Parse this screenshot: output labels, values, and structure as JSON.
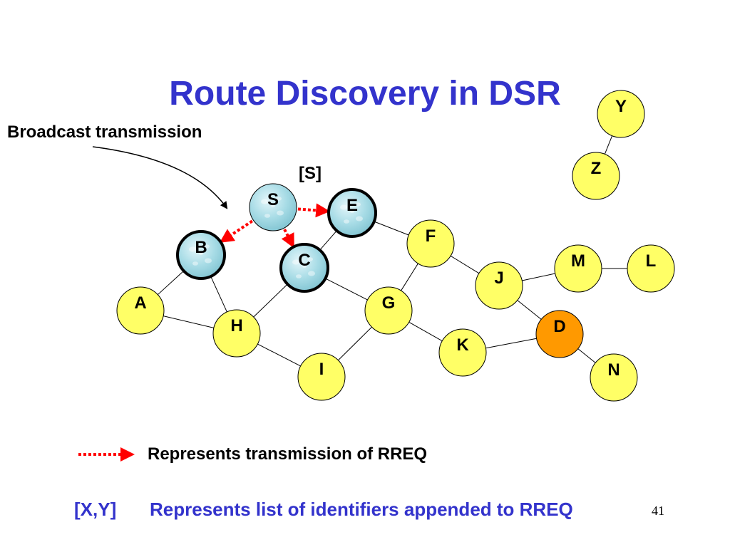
{
  "slide": {
    "title": "Route Discovery in DSR",
    "page_number": "41"
  },
  "annotations": {
    "broadcast_label": "Broadcast transmission",
    "path_label": "[S]"
  },
  "legend": {
    "rreq_text": "Represents transmission of RREQ",
    "list_key": "[X,Y]",
    "list_text": "Represents list of identifiers appended to RREQ"
  },
  "colors": {
    "title": "#3333cc",
    "node_fill": "#ffff66",
    "destination_fill": "#ff9900",
    "water_node_fill": "#a8dce6",
    "rreq_arrow": "#ff0000"
  },
  "diagram": {
    "nodes": [
      {
        "id": "S",
        "label": "S",
        "style": "water"
      },
      {
        "id": "E",
        "label": "E",
        "style": "water-bold"
      },
      {
        "id": "B",
        "label": "B",
        "style": "water-bold"
      },
      {
        "id": "C",
        "label": "C",
        "style": "water-bold"
      },
      {
        "id": "A",
        "label": "A",
        "style": "plain"
      },
      {
        "id": "H",
        "label": "H",
        "style": "plain"
      },
      {
        "id": "I",
        "label": "I",
        "style": "plain"
      },
      {
        "id": "G",
        "label": "G",
        "style": "plain"
      },
      {
        "id": "F",
        "label": "F",
        "style": "plain"
      },
      {
        "id": "J",
        "label": "J",
        "style": "plain"
      },
      {
        "id": "K",
        "label": "K",
        "style": "plain"
      },
      {
        "id": "M",
        "label": "M",
        "style": "plain"
      },
      {
        "id": "L",
        "label": "L",
        "style": "plain"
      },
      {
        "id": "D",
        "label": "D",
        "style": "destination"
      },
      {
        "id": "N",
        "label": "N",
        "style": "plain"
      },
      {
        "id": "Y",
        "label": "Y",
        "style": "plain"
      },
      {
        "id": "Z",
        "label": "Z",
        "style": "plain"
      }
    ],
    "links": [
      [
        "Y",
        "Z"
      ],
      [
        "E",
        "F"
      ],
      [
        "E",
        "C"
      ],
      [
        "B",
        "A"
      ],
      [
        "B",
        "H"
      ],
      [
        "A",
        "H"
      ],
      [
        "C",
        "H"
      ],
      [
        "C",
        "G"
      ],
      [
        "H",
        "I"
      ],
      [
        "I",
        "G"
      ],
      [
        "G",
        "F"
      ],
      [
        "G",
        "K"
      ],
      [
        "F",
        "J"
      ],
      [
        "J",
        "M"
      ],
      [
        "M",
        "L"
      ],
      [
        "J",
        "D"
      ],
      [
        "K",
        "D"
      ],
      [
        "D",
        "N"
      ]
    ],
    "rreq_arrows": [
      [
        "S",
        "E"
      ],
      [
        "S",
        "B"
      ],
      [
        "S",
        "C"
      ]
    ]
  }
}
